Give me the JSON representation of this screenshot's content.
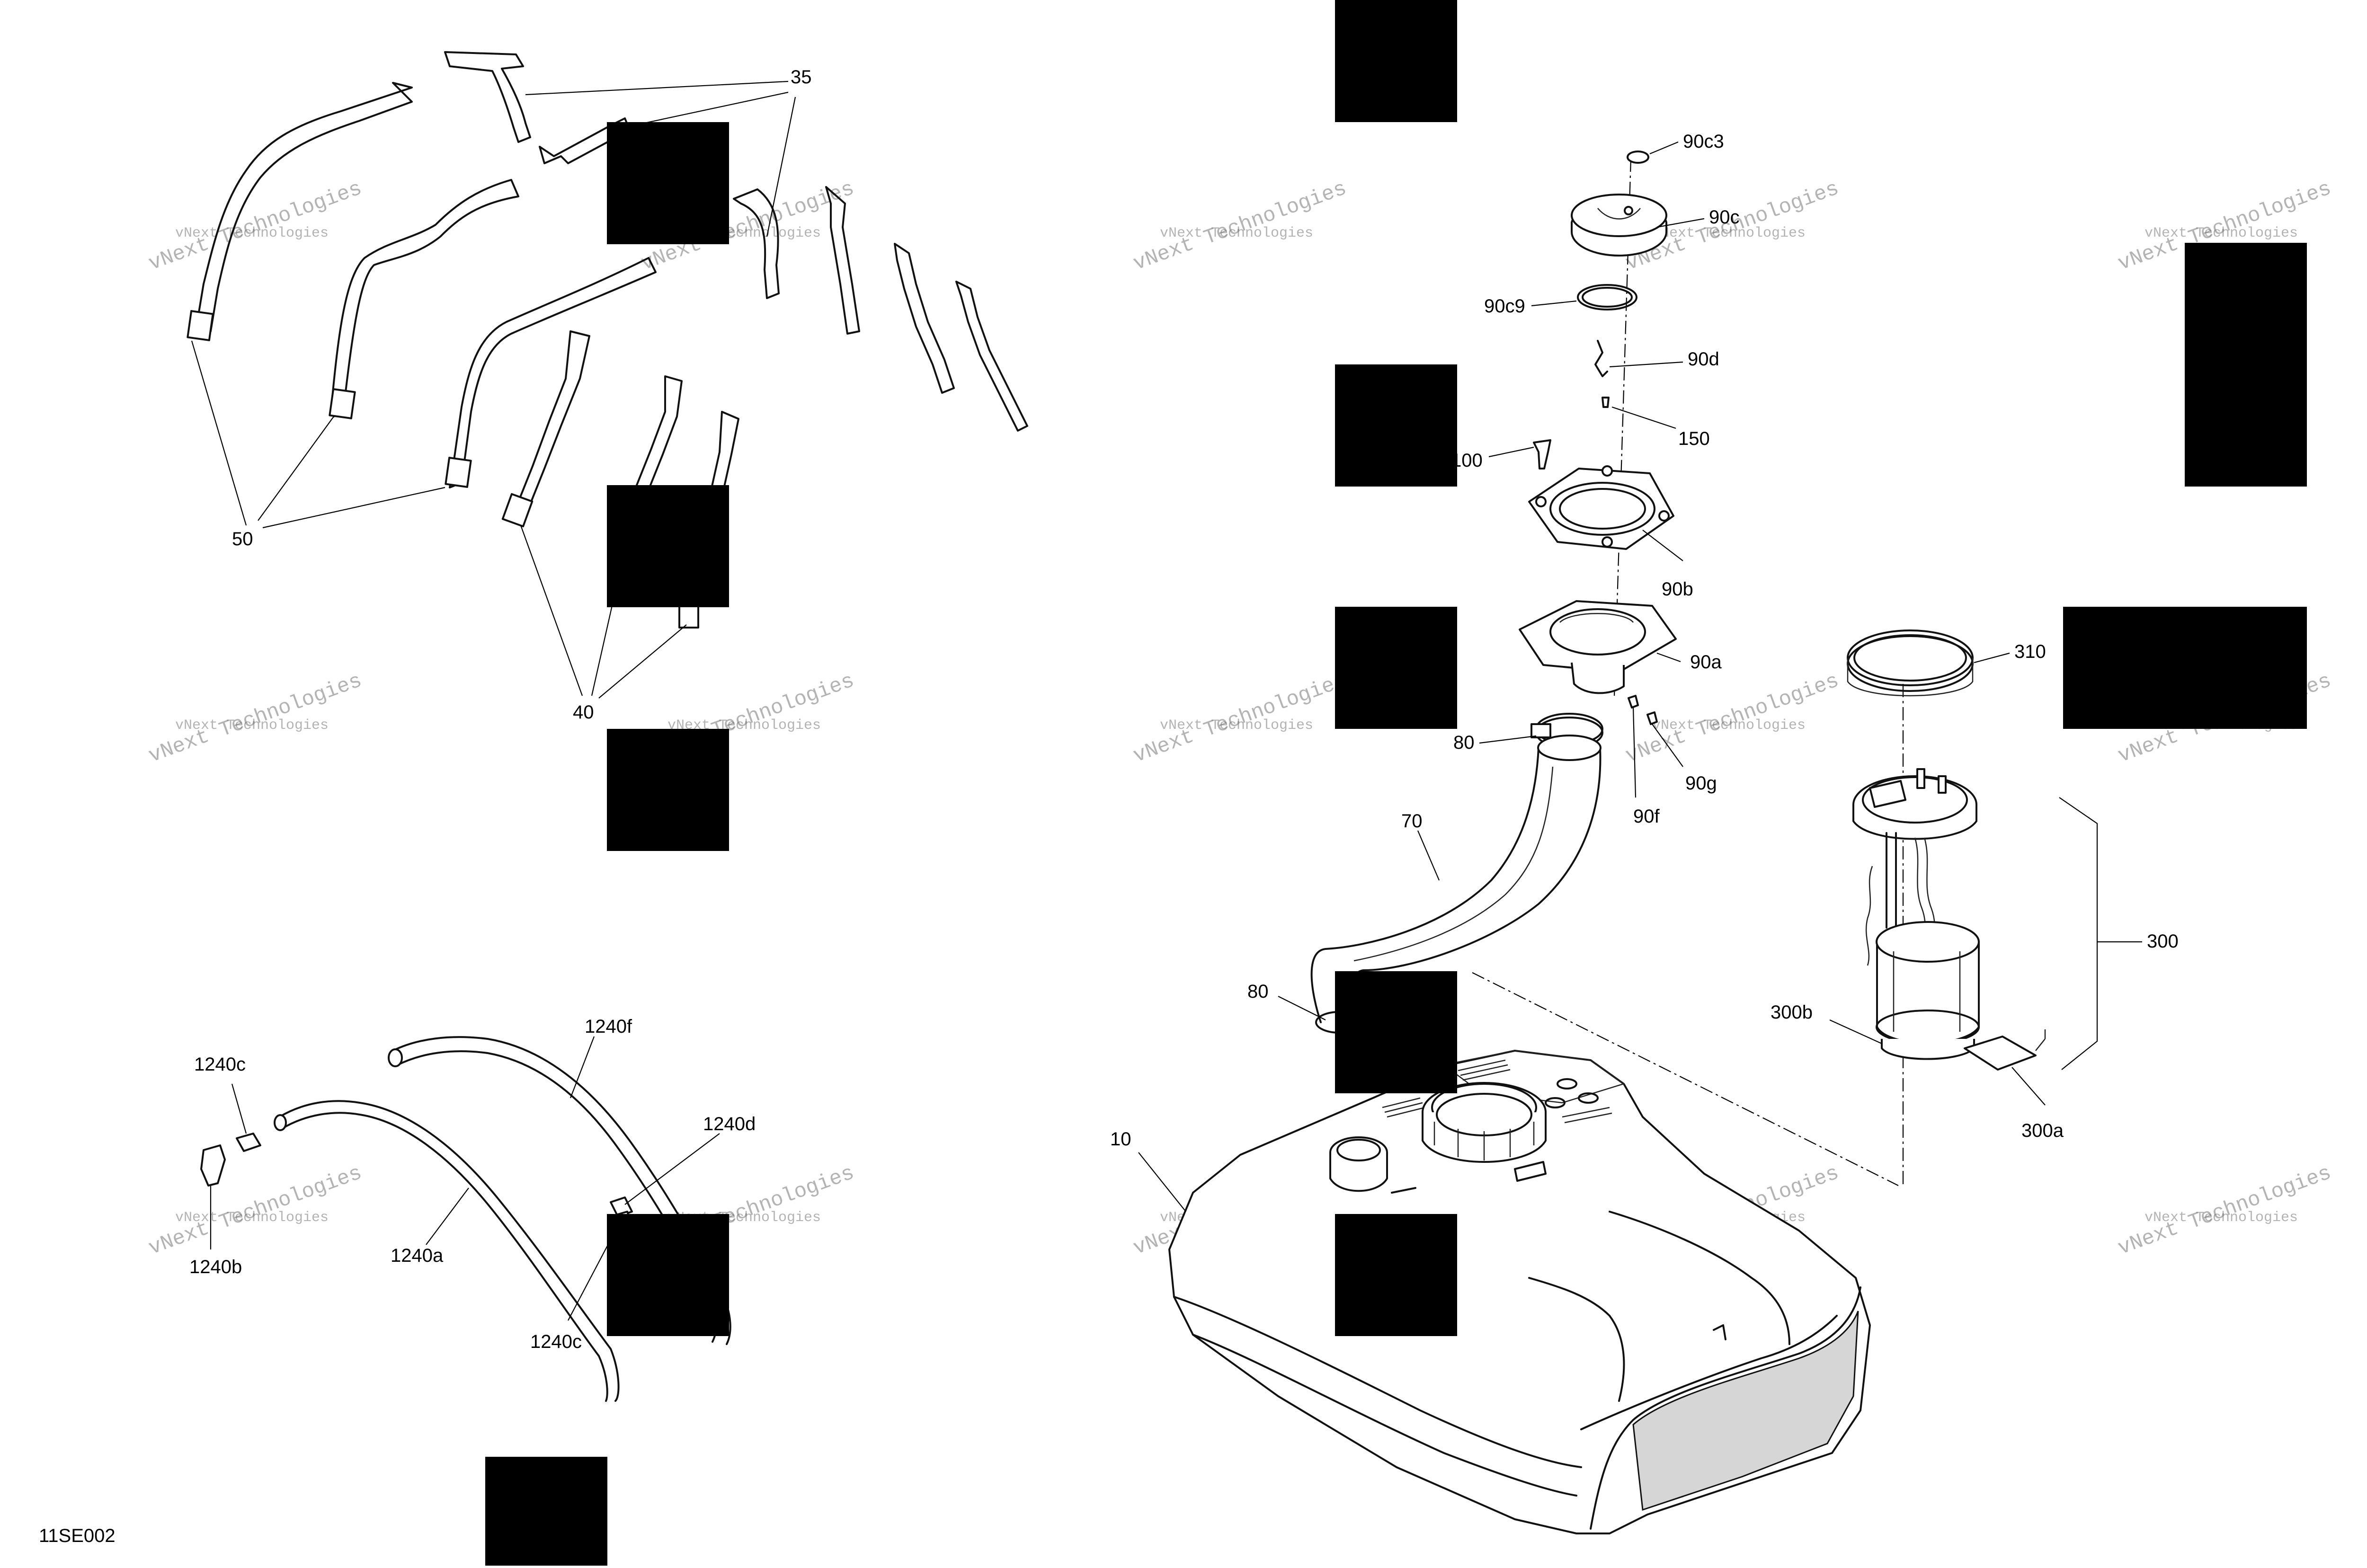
{
  "diagram_code": "11SE002",
  "watermark_text": "vNext Technologies",
  "callouts": {
    "c35": "35",
    "c50": "50",
    "c40": "40",
    "c1240f": "1240f",
    "c1240c_top": "1240c",
    "c1240d": "1240d",
    "c1240a": "1240a",
    "c1240b": "1240b",
    "c1240c_bottom": "1240c",
    "c90c3": "90c3",
    "c90c": "90c",
    "c90c9": "90c9",
    "c90d": "90d",
    "c150": "150",
    "c100": "100",
    "c90b": "90b",
    "c90a": "90a",
    "c80_top": "80",
    "c90g": "90g",
    "c90f": "90f",
    "c70": "70",
    "c80_bottom": "80",
    "c10": "10",
    "c310": "310",
    "c300": "300",
    "c300b": "300b",
    "c300a": "300a"
  },
  "colors": {
    "line": "#111111",
    "redaction": "#000000",
    "watermark": "#6a6a6a"
  }
}
